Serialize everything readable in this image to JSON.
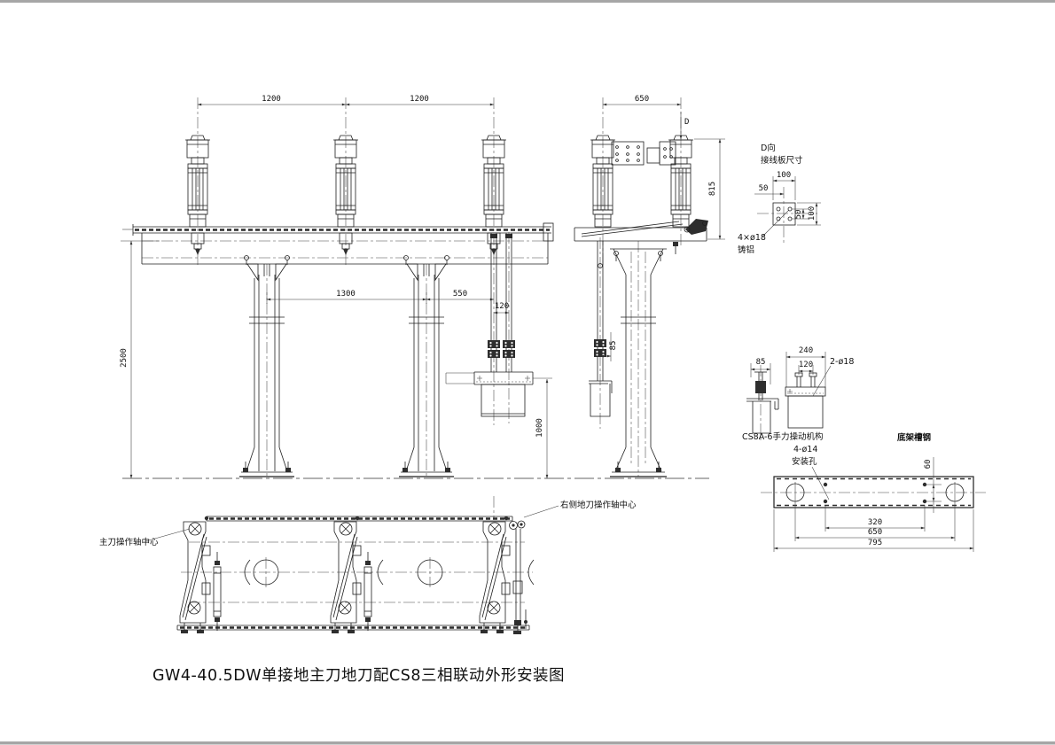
{
  "title": "GW4-40.5DW单接地主刀地刀配CS8三相联动外形安装图",
  "colors": {
    "line": "#1f1f1f",
    "sheet_border": "#a6a6a6"
  },
  "front_view": {
    "dim_spacing_left": "1200",
    "dim_spacing_right": "1200",
    "dim_pedestal_span": "1300",
    "dim_rod_offset": "550",
    "dim_rod_gap": "120",
    "dim_height": "2500",
    "dim_mech_drop": "1000"
  },
  "side_view": {
    "dim_phase_depth": "650",
    "section_mark": "D",
    "dim_height": "815",
    "dim_rod_offset": "85"
  },
  "terminal_plate_detail": {
    "title_line1": "D向",
    "title_line2": "接线板尺寸",
    "dim_width": "100",
    "dim_offset": "50",
    "dim_hole_pitch": "50",
    "dim_height": "100",
    "holes_label": "4×ø18",
    "material_label": "铸铝"
  },
  "mechanism_detail": {
    "dim_rod_offset": "85",
    "name": "CS8A-6手力操动机构",
    "dim_base_width": "240",
    "dim_bolt_pitch": "120",
    "holes_label": "2-ø18"
  },
  "base_channel_detail": {
    "name": "底架槽钢",
    "holes_label_line1": "4-ø14",
    "holes_label_line2": "安装孔",
    "dim_hole_gap": "60",
    "dim_span_inner": "320",
    "dim_span_mid": "650",
    "dim_length": "795"
  },
  "plan_view": {
    "label_main_shaft": "主刀操作轴中心",
    "label_right_earth_shaft": "右侧地刀操作轴中心"
  }
}
